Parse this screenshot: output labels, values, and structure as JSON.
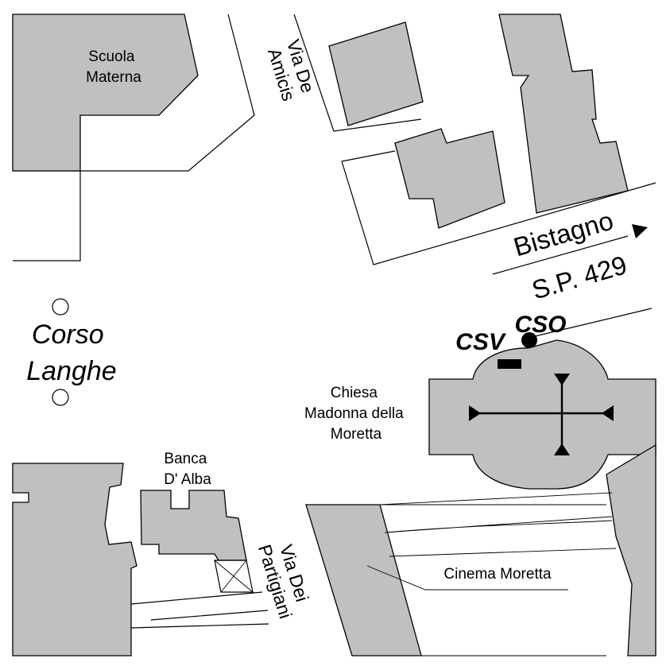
{
  "labels": {
    "scuola": [
      "Scuola",
      "Materna"
    ],
    "via_de_amicis": [
      "Via De",
      "Amicis"
    ],
    "bistagno": "Bistagno",
    "sp": "S.P. 429",
    "corso": [
      "Corso",
      "Langhe"
    ],
    "cso": "CSO",
    "csv": "CSV",
    "chiesa": [
      "Chiesa",
      "Madonna della",
      "Moretta"
    ],
    "banca": [
      "Banca",
      "D' Alba"
    ],
    "via_dei_partigiani": [
      "Via Dei",
      "Partigiani"
    ],
    "cinema": "Cinema Moretta"
  },
  "colors": {
    "building": "#c0c0c0",
    "ink": "#000000",
    "background": "#ffffff"
  },
  "icons": {
    "direction": "arrow-right-icon",
    "church": "cross-icon",
    "station_cso": "filled-circle-icon",
    "station_csv": "rectangle-icon",
    "corso_marker": "open-circle-icon"
  }
}
